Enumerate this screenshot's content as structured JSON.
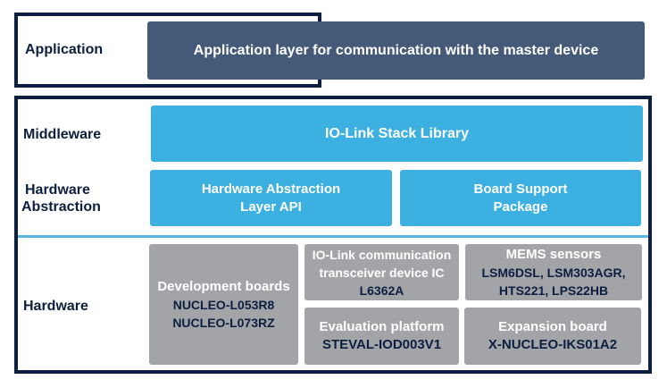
{
  "layers": {
    "application": {
      "label": "Application",
      "box": "Application layer for communication with the master device"
    },
    "middleware": {
      "label": "Middleware",
      "box": "IO-Link Stack Library"
    },
    "hardware_abstraction": {
      "label_line1": "Hardware",
      "label_line2": "Abstraction",
      "hal": {
        "line1": "Hardware Abstraction",
        "line2": "Layer API"
      },
      "bsp": {
        "line1": "Board Support",
        "line2": "Package"
      }
    },
    "hardware": {
      "label": "Hardware",
      "dev_boards": {
        "title": "Development boards",
        "items": [
          "NUCLEO-L053R8",
          "NUCLEO-L073RZ"
        ]
      },
      "transceiver": {
        "title_line1": "IO-Link communication",
        "title_line2": "transceiver device IC",
        "part": "L6362A"
      },
      "mems": {
        "title": "MEMS sensors",
        "line1": "LSM6DSL, LSM303AGR,",
        "line2": "HTS221, LPS22HB"
      },
      "eval": {
        "title": "Evaluation platform",
        "part": "STEVAL-IOD003V1"
      },
      "expansion": {
        "title": "Expansion board",
        "part": "X-NUCLEO-IKS01A2"
      }
    }
  },
  "colors": {
    "frame": "#0c1f3f",
    "application_box": "#455a78",
    "blue_box": "#3db0e2",
    "grey_box": "#a3a4a8"
  }
}
